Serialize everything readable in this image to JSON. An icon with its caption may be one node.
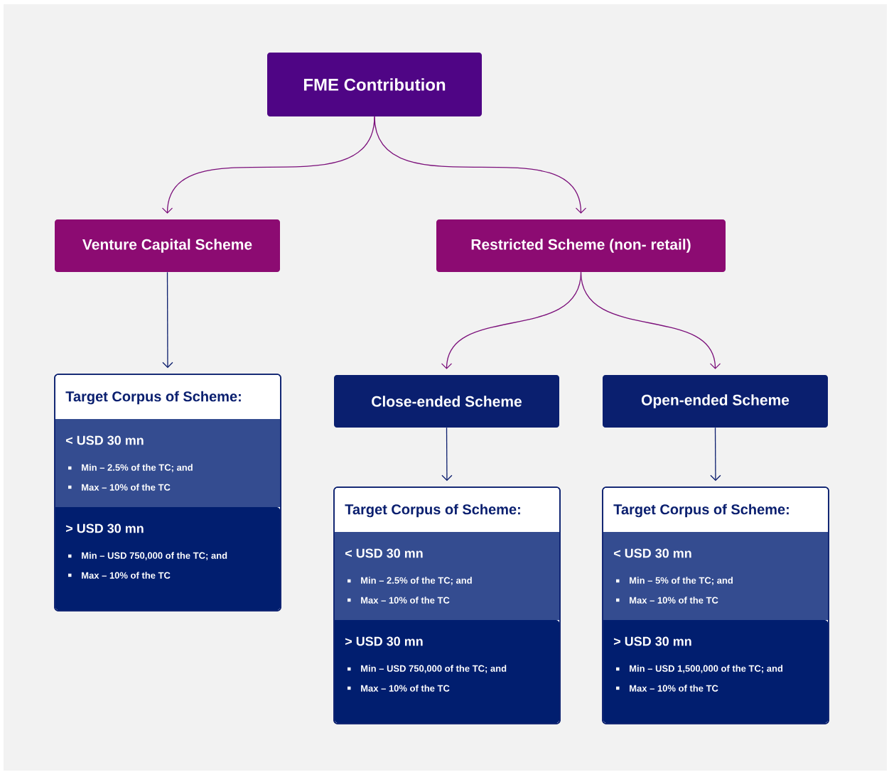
{
  "diagram": {
    "nodes": [
      {
        "text": [
          "FME Contribution"
        ]
      },
      {
        "text": [
          "Venture Capital Scheme"
        ]
      },
      {
        "text": [
          "Restricted Scheme (non- retail)"
        ]
      },
      {
        "text": [
          "Target Corpus of Scheme:"
        ]
      },
      {
        "text": [
          "< USD 30 mn",
          "Min – 2.5% of the TC; and",
          "Max – 10% of the TC"
        ],
        "in": 3
      },
      {
        "text": [
          "> USD 30 mn",
          "Min – USD 750,000 of the TC; and",
          "Max – 10% of the TC"
        ],
        "in": 3
      },
      {
        "text": [
          "Close-ended Scheme"
        ]
      },
      {
        "text": [
          "Open-ended Scheme"
        ]
      },
      {
        "text": [
          "Target Corpus of Scheme:"
        ]
      },
      {
        "text": [
          "< USD 30 mn",
          "Min – 2.5% of the TC; and",
          "Max – 10% of the TC"
        ],
        "in": 8
      },
      {
        "text": [
          "> USD 30 mn",
          "Min – USD 750,000 of the TC; and",
          "Max – 10% of the TC"
        ],
        "in": 8
      },
      {
        "text": [
          "Target Corpus of Scheme:"
        ]
      },
      {
        "text": [
          "< USD 30 mn",
          "Min – 5% of the TC; and",
          "Max – 10% of the TC"
        ],
        "in": 11
      },
      {
        "text": [
          "> USD 30 mn",
          "Min – USD 1,500,000 of the TC; and",
          "Max – 10% of the TC"
        ],
        "in": 11
      }
    ],
    "edges": [
      {
        "from": 0,
        "to": 1,
        "arrow": "to"
      },
      {
        "from": 0,
        "to": 2,
        "arrow": "to"
      },
      {
        "from": 1,
        "to": 3,
        "arrow": "to",
        "color": "#0d1f6e"
      },
      {
        "from": 2,
        "to": 6,
        "arrow": "to"
      },
      {
        "from": 2,
        "to": 7,
        "arrow": "to"
      },
      {
        "from": 6,
        "to": 8,
        "arrow": "to",
        "color": "#0d1f6e"
      },
      {
        "from": 7,
        "to": 11,
        "arrow": "to",
        "color": "#0d1f6e"
      }
    ]
  }
}
